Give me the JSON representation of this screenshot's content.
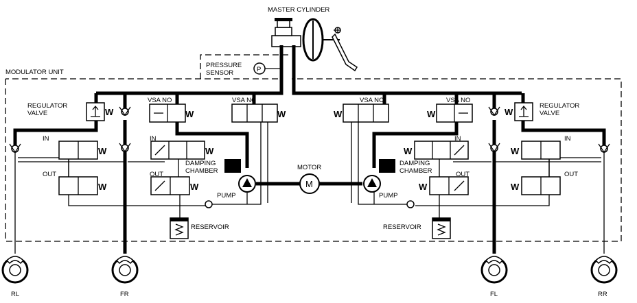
{
  "labels": {
    "master_cylinder": "MASTER CYLINDER",
    "modulator_unit": "MODULATOR UNIT",
    "pressure_sensor_1": "PRESSURE",
    "pressure_sensor_2": "SENSOR",
    "pressure_symbol": "P",
    "regulator_left_1": "REGULATOR",
    "regulator_left_2": "VALVE",
    "regulator_right_1": "REGULATOR",
    "regulator_right_2": "VALVE",
    "vsa_no_left": "VSA NO",
    "vsa_nc_left": "VSA NC",
    "vsa_nc_right": "VSA NC",
    "vsa_no_right": "VSA NO",
    "in_1": "IN",
    "in_2": "IN",
    "in_3": "IN",
    "in_4": "IN",
    "out_1": "OUT",
    "out_2": "OUT",
    "out_3": "OUT",
    "out_4": "OUT",
    "damping_left_1": "DAMPING",
    "damping_left_2": "CHAMBER",
    "damping_right_1": "DAMPING",
    "damping_right_2": "CHAMBER",
    "motor": "MOTOR",
    "motor_symbol": "M",
    "pump_left": "PUMP",
    "pump_right": "PUMP",
    "reservoir_left": "RESERVOIR",
    "reservoir_right": "RESERVOIR",
    "wheel_rl": "RL",
    "wheel_fr": "FR",
    "wheel_fl": "FL",
    "wheel_rr": "RR"
  }
}
